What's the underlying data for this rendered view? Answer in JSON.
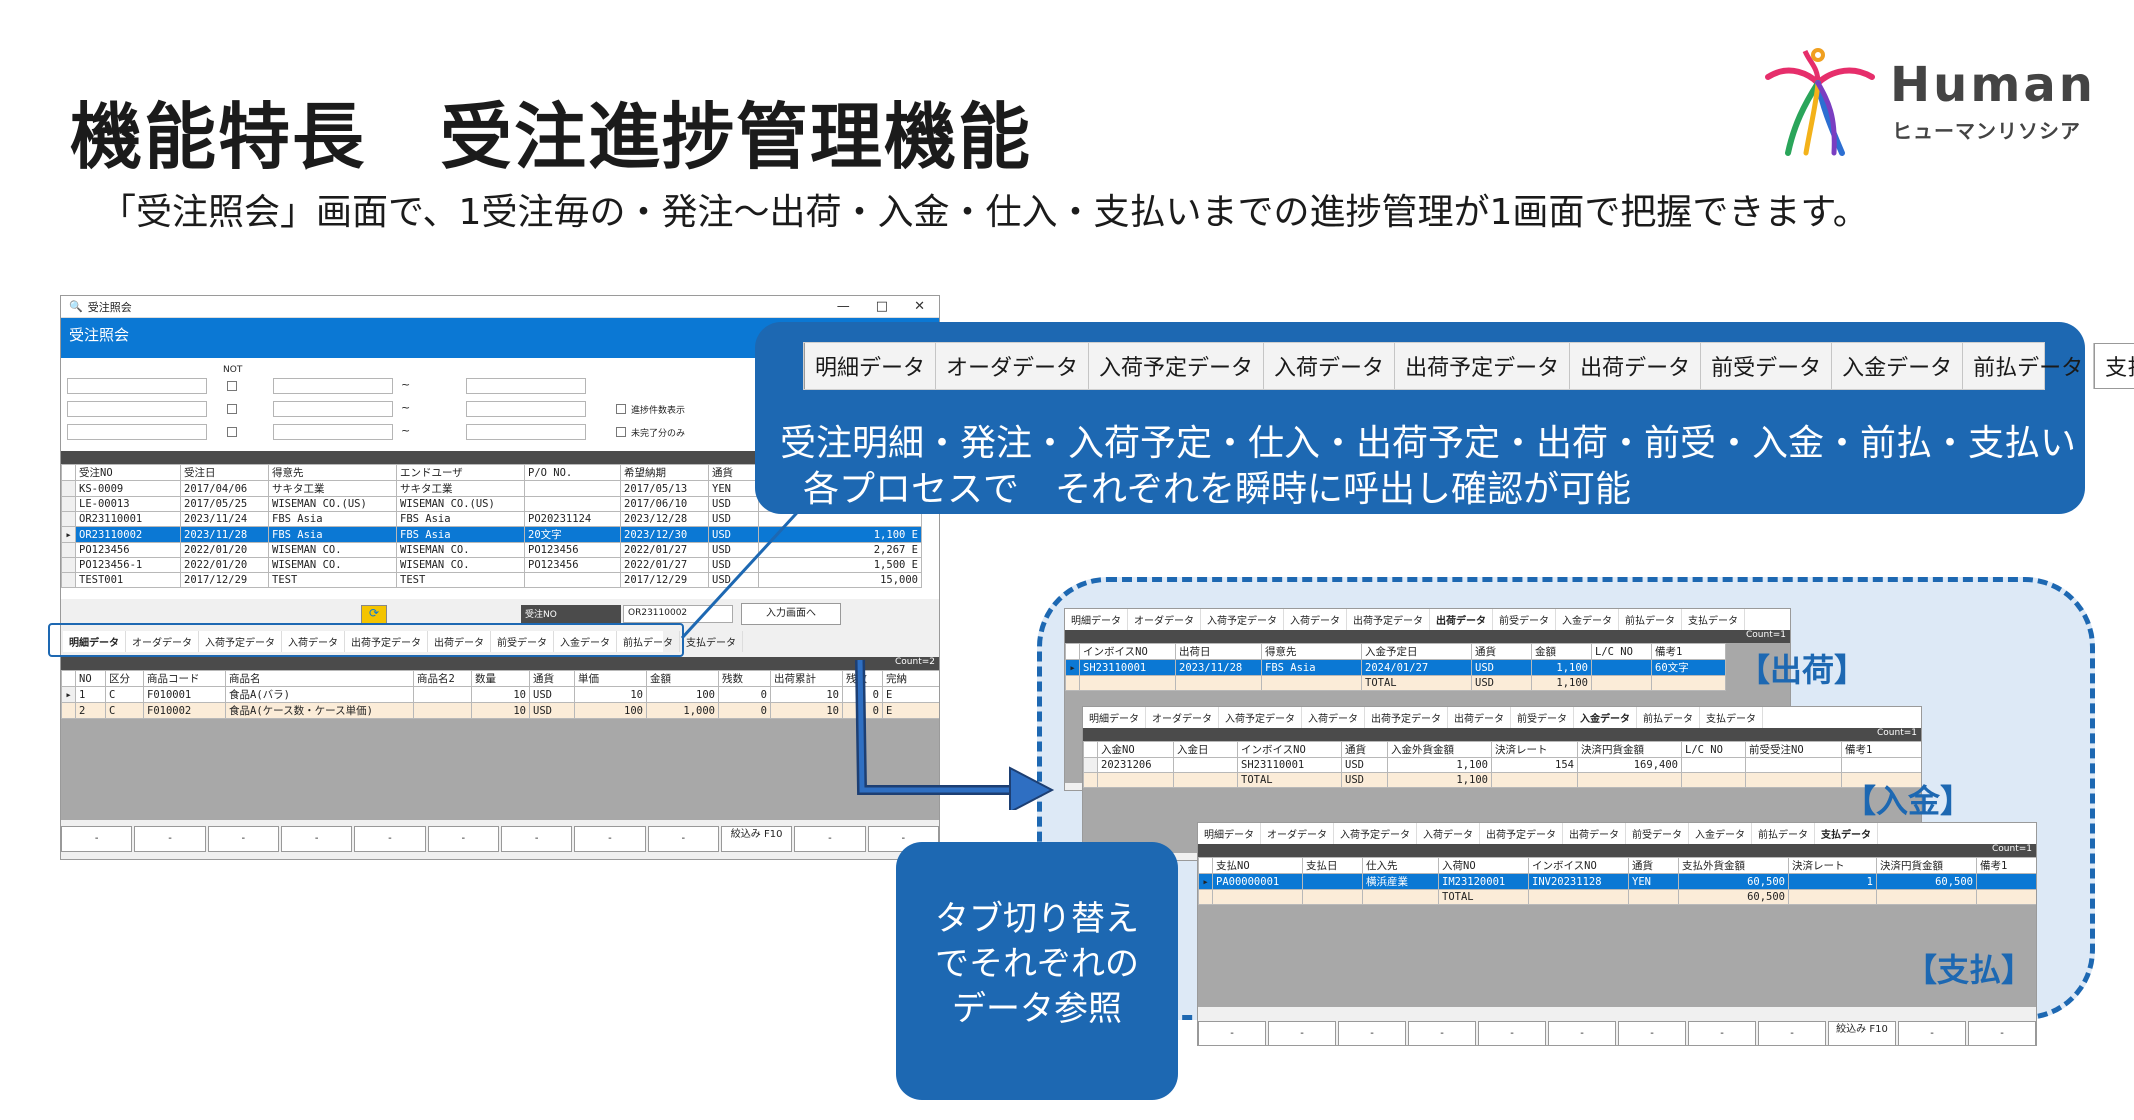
{
  "slide": {
    "title": "機能特長　受注進捗管理機能",
    "subtitle": "「受注照会」画面で、1受注毎の・発注～出荷・入金・仕入・支払いまでの進捗管理が1画面で把握できます。"
  },
  "logo": {
    "word": "Human",
    "kana": "ヒューマンリソシア"
  },
  "main_window": {
    "title": "受注照会",
    "header": "受注照会",
    "controls": [
      "—",
      "□",
      "✕"
    ],
    "not_label": "NOT",
    "tilde": "~",
    "option1": "進捗件数表示",
    "option2": "未完了分のみ",
    "columns": [
      "受注NO",
      "受注日",
      "得意先",
      "エンドユーザ",
      "P/O NO.",
      "希望納期",
      "通貨"
    ],
    "rows": [
      [
        "KS-0009",
        "2017/04/06",
        "サキタ工業",
        "サキタ工業",
        "",
        "2017/05/13",
        "YEN"
      ],
      [
        "LE-00013",
        "2017/05/25",
        "WISEMAN CO.(US)",
        "WISEMAN CO.(US)",
        "",
        "2017/06/10",
        "USD"
      ],
      [
        "OR23110001",
        "2023/11/24",
        "FBS Asia",
        "FBS Asia",
        "PO20231124",
        "2023/12/28",
        "USD"
      ],
      [
        "OR23110002",
        "2023/11/28",
        "FBS Asia",
        "FBS Asia",
        "20文字",
        "2023/12/30",
        "USD"
      ],
      [
        "PO123456",
        "2022/01/20",
        "WISEMAN CO.",
        "WISEMAN CO.",
        "PO123456",
        "2022/01/27",
        "USD"
      ],
      [
        "PO123456-1",
        "2022/01/20",
        "WISEMAN CO.",
        "WISEMAN CO.",
        "PO123456",
        "2022/01/27",
        "USD"
      ],
      [
        "TEST001",
        "2017/12/29",
        "TEST",
        "TEST",
        "",
        "2017/12/29",
        "USD"
      ]
    ],
    "visible_right_values": [
      "",
      "",
      "",
      "1,100 E",
      "2,267 E",
      "1,500 E",
      "15,000"
    ],
    "selected_row": 3,
    "order_no_label": "受注NO",
    "order_no_value": "OR23110002",
    "input_screen_button": "入力画面へ",
    "tabs": [
      "明細データ",
      "オーダデータ",
      "入荷予定データ",
      "入荷データ",
      "出荷予定データ",
      "出荷データ",
      "前受データ",
      "入金データ",
      "前払データ",
      "支払データ"
    ],
    "count_label": "Count=2",
    "detail_columns": [
      "NO",
      "区分",
      "商品コード",
      "商品名",
      "商品名2",
      "数量",
      "通貨",
      "単価",
      "金額",
      "残数",
      "出荷累計",
      "残数",
      "完納"
    ],
    "detail_rows": [
      [
        "1",
        "C",
        "F010001",
        "食品A(バラ)",
        "",
        "10",
        "USD",
        "10",
        "100",
        "0",
        "10",
        "0",
        "E"
      ],
      [
        "2",
        "C",
        "F010002",
        "食品A(ケース数・ケース単価)",
        "",
        "10",
        "USD",
        "100",
        "1,000",
        "0",
        "10",
        "0",
        "E"
      ]
    ],
    "fkeys": [
      "-",
      "-",
      "-",
      "-",
      "-",
      "-",
      "-",
      "-",
      "-",
      "絞込み F10",
      "-",
      "-"
    ]
  },
  "callout": {
    "tabs": [
      "明細データ",
      "オーダデータ",
      "入荷予定データ",
      "入荷データ",
      "出荷予定データ",
      "出荷データ",
      "前受データ",
      "入金データ",
      "前払データ",
      "支払データ"
    ],
    "line1": "受注明細・発注・入荷予定・仕入・出荷予定・出荷・前受・入金・前払・支払い",
    "line2": "各プロセスで　それぞれを瞬時に呼出し確認が可能"
  },
  "shipping_panel": {
    "label": "【出荷】",
    "count_label": "Count=1",
    "columns": [
      "インボイスNO",
      "出荷日",
      "得意先",
      "入金予定日",
      "通貨",
      "金額",
      "L/C NO",
      "備考1"
    ],
    "rows": [
      [
        "SH23110001",
        "2023/11/28",
        "FBS Asia",
        "2024/01/27",
        "USD",
        "1,100",
        "",
        "60文字"
      ],
      [
        "",
        "",
        "",
        "TOTAL",
        "USD",
        "1,100",
        "",
        ""
      ]
    ]
  },
  "payment_in_panel": {
    "label": "【入金】",
    "count_label": "Count=1",
    "columns": [
      "入金NO",
      "入金日",
      "インボイスNO",
      "通貨",
      "入金外貨金額",
      "決済レート",
      "決済円貨金額",
      "L/C NO",
      "前受受注NO",
      "備考1"
    ],
    "rows": [
      [
        "20231206",
        "",
        "SH23110001",
        "USD",
        "1,100",
        "154",
        "169,400",
        "",
        "",
        ""
      ],
      [
        "",
        "",
        "TOTAL",
        "USD",
        "1,100",
        "",
        "",
        "",
        "",
        ""
      ]
    ]
  },
  "payment_out_panel": {
    "label": "【支払】",
    "count_label": "Count=1",
    "columns": [
      "支払NO",
      "支払日",
      "仕入先",
      "入荷NO",
      "インボイスNO",
      "通貨",
      "支払外貨金額",
      "決済レート",
      "決済円貨金額",
      "備考1"
    ],
    "rows": [
      [
        "PA00000001",
        "",
        "横浜産業",
        "IM23120001",
        "INV20231128",
        "YEN",
        "60,500",
        "1",
        "60,500",
        ""
      ],
      [
        "",
        "",
        "",
        "TOTAL",
        "",
        "",
        "60,500",
        "",
        "",
        ""
      ]
    ],
    "fkeys": [
      "-",
      "-",
      "-",
      "-",
      "-",
      "-",
      "-",
      "-",
      "-",
      "絞込み F10",
      "-",
      "-"
    ]
  },
  "tab_note": {
    "line1": "タブ切り替え",
    "line2": "でそれぞれの",
    "line3": "データ参照"
  },
  "colors": {
    "accent": "#1d68b2",
    "selection": "#0b78d4",
    "alt_row": "#fbecd8"
  }
}
